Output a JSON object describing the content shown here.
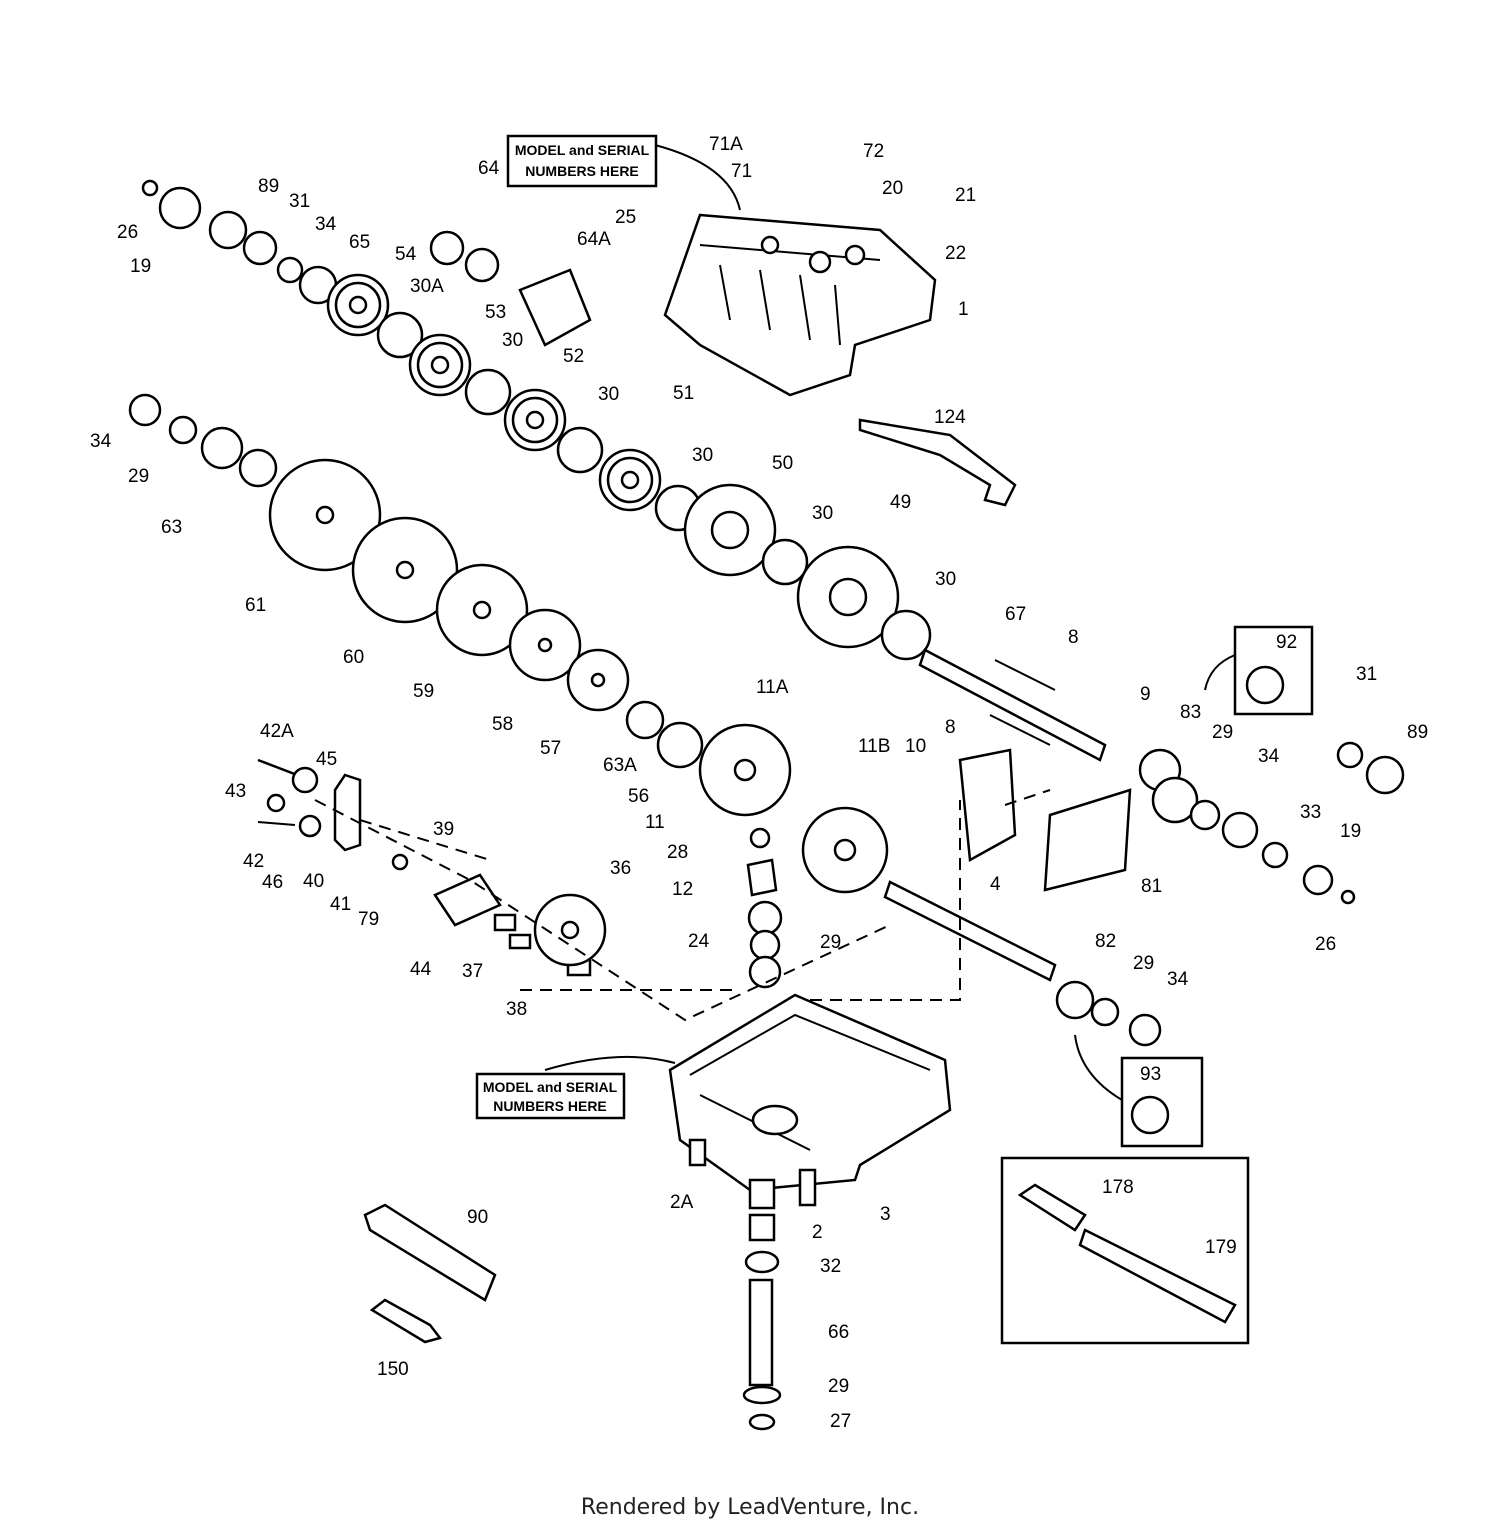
{
  "diagram": {
    "callouts": [
      "MODEL and SERIAL",
      "NUMBERS HERE"
    ],
    "part_labels": {
      "p1": "1",
      "p2": "2",
      "p2A": "2A",
      "p3": "3",
      "p4": "4",
      "p8a": "8",
      "p8b": "8",
      "p9": "9",
      "p10": "10",
      "p11": "11",
      "p11A": "11A",
      "p11B": "11B",
      "p12": "12",
      "p19a": "19",
      "p19b": "19",
      "p20": "20",
      "p21": "21",
      "p22": "22",
      "p24": "24",
      "p25": "25",
      "p26a": "26",
      "p26b": "26",
      "p27": "27",
      "p28": "28",
      "p29a": "29",
      "p29b": "29",
      "p29c": "29",
      "p29d": "29",
      "p29e": "29",
      "p30a": "30",
      "p30b": "30",
      "p30c": "30",
      "p30d": "30",
      "p30e": "30",
      "p30A": "30A",
      "p31a": "31",
      "p31b": "31",
      "p32": "32",
      "p33": "33",
      "p34a": "34",
      "p34b": "34",
      "p34c": "34",
      "p34d": "34",
      "p36": "36",
      "p37": "37",
      "p38": "38",
      "p39": "39",
      "p40": "40",
      "p41": "41",
      "p42": "42",
      "p42A": "42A",
      "p43": "43",
      "p44": "44",
      "p45": "45",
      "p46": "46",
      "p49": "49",
      "p50": "50",
      "p51": "51",
      "p52": "52",
      "p53": "53",
      "p54": "54",
      "p56": "56",
      "p57": "57",
      "p58": "58",
      "p59": "59",
      "p60": "60",
      "p61": "61",
      "p63": "63",
      "p63A": "63A",
      "p64": "64",
      "p64A": "64A",
      "p65": "65",
      "p66": "66",
      "p67": "67",
      "p71": "71",
      "p71A": "71A",
      "p72": "72",
      "p79": "79",
      "p81": "81",
      "p82": "82",
      "p83": "83",
      "p89a": "89",
      "p89b": "89",
      "p90": "90",
      "p92": "92",
      "p93": "93",
      "p124": "124",
      "p150": "150",
      "p178": "178",
      "p179": "179"
    }
  },
  "footer": {
    "credit": "Rendered by LeadVenture, Inc."
  }
}
